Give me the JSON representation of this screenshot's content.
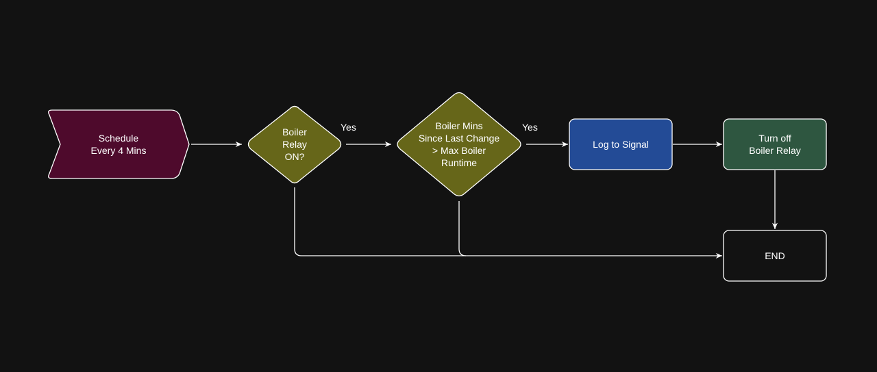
{
  "colors": {
    "background": "#121212",
    "stroke": "#ffffff",
    "schedule_fill": "#4e0a2c",
    "decision_fill": "#666619",
    "log_fill": "#234b96",
    "turnoff_fill": "#2e5640",
    "end_fill": "#121212"
  },
  "nodes": {
    "schedule": {
      "lines": [
        "Schedule",
        "Every 4 Mins"
      ]
    },
    "relay_on": {
      "lines": [
        "Boiler",
        "Relay",
        "ON?"
      ]
    },
    "runtime_check": {
      "lines": [
        "Boiler Mins",
        "Since Last Change",
        "> Max Boiler",
        "Runtime"
      ]
    },
    "log": {
      "lines": [
        "Log to Signal"
      ]
    },
    "turn_off": {
      "lines": [
        "Turn off",
        "Boiler Relay"
      ]
    },
    "end": {
      "lines": [
        "END"
      ]
    }
  },
  "edges": {
    "relay_yes": "Yes",
    "runtime_yes": "Yes"
  }
}
